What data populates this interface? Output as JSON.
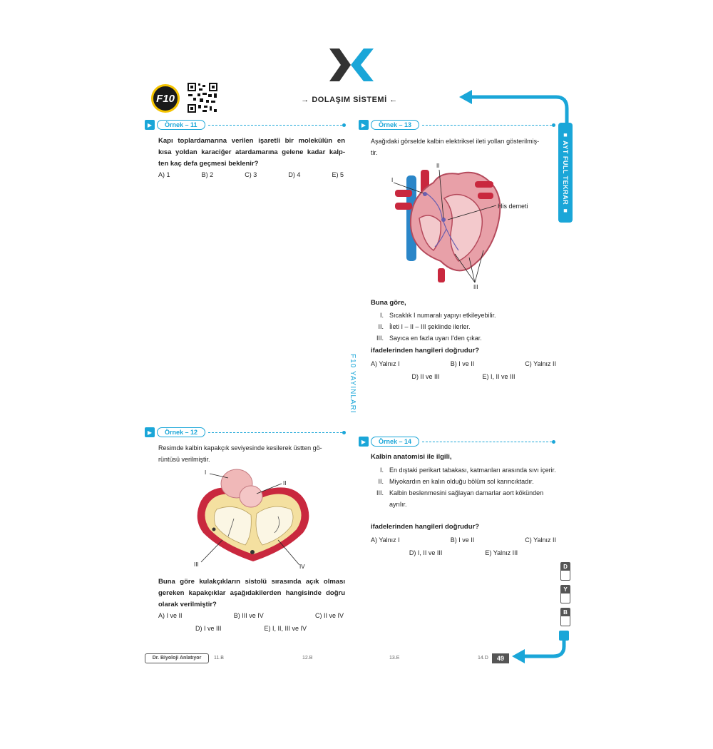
{
  "header": {
    "badge": "F10",
    "section_title": "→ DOLAŞIM SİSTEMİ ←"
  },
  "side": {
    "ayt_label": "■ AYT FULL TEKRAR ■",
    "publisher_vertical": "F10 YAYINLARI",
    "dyb": [
      "D",
      "Y",
      "B"
    ]
  },
  "q11": {
    "tag": "Örnek – 11",
    "lines": [
      "Kapı toplardamarına verilen işaretli bir molekülün en",
      "kısa yoldan karaciğer atardamarına gelene kadar kalp-",
      "ten kaç defa geçmesi beklenir?"
    ],
    "options": [
      "A) 1",
      "B) 2",
      "C) 3",
      "D) 4",
      "E) 5"
    ]
  },
  "q12": {
    "tag": "Örnek – 12",
    "lines": [
      "Resimde kalbin kapakçık seviyesinde kesilerek üstten gö-",
      "rüntüsü verilmiştir."
    ],
    "figure_labels": [
      "I",
      "II",
      "III",
      "IV"
    ],
    "question_lines": [
      "Buna göre kulakçıkların sistolü sırasında açık olması",
      "gereken kapakçıklar aşağıdakilerden hangisinde doğru",
      "olarak verilmiştir?"
    ],
    "options_row1": [
      "A) I ve II",
      "B) III ve IV",
      "C) II ve IV"
    ],
    "options_row2": [
      "D) I ve III",
      "E) I, II, III ve IV"
    ]
  },
  "q13": {
    "tag": "Örnek – 13",
    "lines": [
      "Aşağıdaki görselde kalbin elektriksel ileti yolları gösterilmiş-",
      "tir."
    ],
    "figure_labels": [
      "I",
      "II",
      "His demeti",
      "III"
    ],
    "intro": "Buna göre,",
    "statements": [
      {
        "num": "I.",
        "text": "Sıcaklık I numaralı yapıyı etkileyebilir."
      },
      {
        "num": "II.",
        "text": "İleti I – II – III şeklinde ilerler."
      },
      {
        "num": "III.",
        "text": "Sayıca en fazla uyarı I'den çıkar."
      }
    ],
    "ask": "ifadelerinden hangileri doğrudur?",
    "options_row1": [
      "A) Yalnız I",
      "B) I ve II",
      "C) Yalnız II"
    ],
    "options_row2": [
      "D) II ve III",
      "E) I, II ve III"
    ]
  },
  "q14": {
    "tag": "Örnek – 14",
    "intro": "Kalbin anatomisi ile ilgili,",
    "statements": [
      {
        "num": "I.",
        "text": "En dıştaki perikart tabakası, katmanları arasında sıvı içerir."
      },
      {
        "num": "II.",
        "text": "Miyokardın en kalın olduğu bölüm sol karıncıktadır."
      },
      {
        "num": "III.",
        "text": "Kalbin beslenmesini sağlayan damarlar aort kökünden ayrılır."
      }
    ],
    "ask": "ifadelerinden hangileri doğrudur?",
    "options_row1": [
      "A) Yalnız I",
      "B) I ve II",
      "C) Yalnız II"
    ],
    "options_row2": [
      "D) I, II ve III",
      "E) Yalnız III"
    ]
  },
  "footer": {
    "tag": "Dr. Biyoloji Anlatıyor",
    "answers": [
      "11.B",
      "12.B",
      "13.E",
      "14.D"
    ],
    "page": "49"
  },
  "colors": {
    "accent": "#1aa6d8",
    "badge_ring": "#f5c400"
  }
}
